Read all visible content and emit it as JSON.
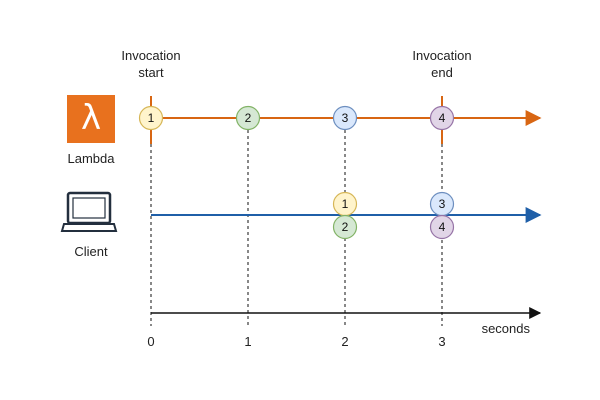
{
  "labels": {
    "invocation_start_line1": "Invocation",
    "invocation_start_line2": "start",
    "invocation_end_line1": "Invocation",
    "invocation_end_line2": "end",
    "lambda": "Lambda",
    "client": "Client",
    "axis_unit": "seconds",
    "lambda_glyph": "λ"
  },
  "axis": {
    "ticks": [
      "0",
      "1",
      "2",
      "3"
    ]
  },
  "colors": {
    "lambda_line": "#D86613",
    "client_line": "#1F5FA8",
    "lambda_icon_bg": "#E8711E",
    "axis": "#111111",
    "marker_1_fill": "#FFF4CC",
    "marker_1_stroke": "#D6B656",
    "marker_2_fill": "#D5E8D4",
    "marker_2_stroke": "#82B366",
    "marker_3_fill": "#DAE8FC",
    "marker_3_stroke": "#6C8EBF",
    "marker_4_fill": "#E1D5E7",
    "marker_4_stroke": "#9673A6"
  },
  "lambda_markers": [
    {
      "label": "1",
      "time": 0
    },
    {
      "label": "2",
      "time": 1
    },
    {
      "label": "3",
      "time": 2
    },
    {
      "label": "4",
      "time": 3
    }
  ],
  "client_markers": [
    {
      "label": "1",
      "time": 2,
      "row": "upper"
    },
    {
      "label": "2",
      "time": 2,
      "row": "lower"
    },
    {
      "label": "3",
      "time": 3,
      "row": "upper"
    },
    {
      "label": "4",
      "time": 3,
      "row": "lower"
    }
  ]
}
